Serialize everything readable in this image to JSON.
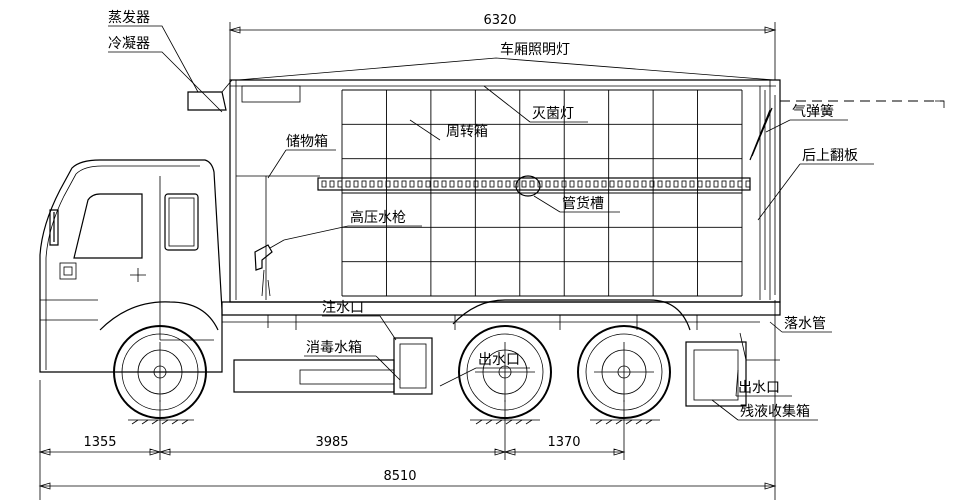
{
  "labels": {
    "evaporator": "蒸发器",
    "condenser": "冷凝器",
    "storage_box": "储物箱",
    "cabin_light": "车厢照明灯",
    "sterilizing_lamp": "灭菌灯",
    "turnover_box": "周转箱",
    "gas_spring": "气弹簧",
    "rear_flap": "后上翻板",
    "hp_water_gun": "高压水枪",
    "pipe_slot": "管货槽",
    "water_inlet": "注水口",
    "disinfect_tank": "消毒水箱",
    "water_outlet_mid": "出水口",
    "drain_pipe": "落水管",
    "water_outlet_rear": "出水口",
    "residue_tank": "残液收集箱"
  },
  "dimensions": {
    "body_length": "6320",
    "front_overhang": "1355",
    "wheelbase": "3985",
    "rear_axle_spacing": "1370",
    "overall_length": "8510"
  }
}
